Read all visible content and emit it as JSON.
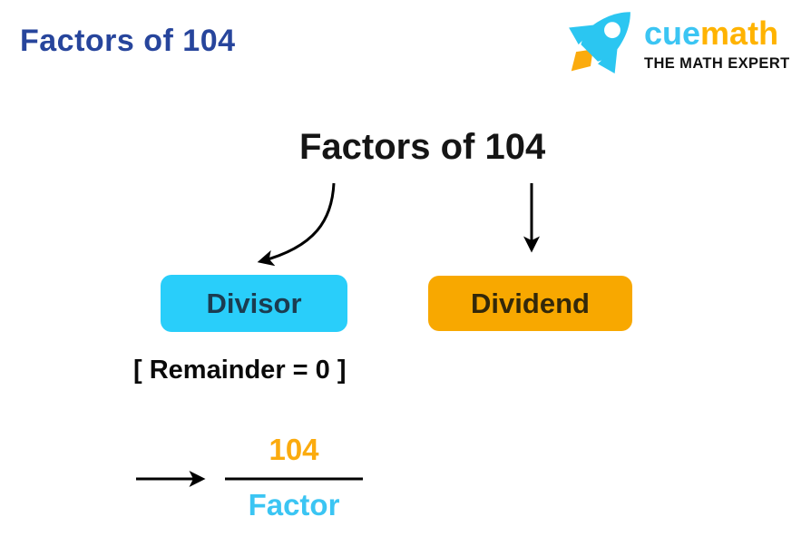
{
  "page": {
    "title": "Factors of 104"
  },
  "logo": {
    "brand_cue": "cue",
    "brand_math": "math",
    "tagline": "THE MATH EXPERT",
    "icon": "rocket-icon"
  },
  "diagram": {
    "heading": "Factors of 104",
    "divisor_label": "Divisor",
    "dividend_label": "Dividend",
    "remainder_note": "[ Remainder = 0 ]",
    "fraction": {
      "numerator": "104",
      "denominator": "Factor"
    }
  },
  "colors": {
    "title_navy": "#27459C",
    "brand_cyan": "#3BC5F3",
    "brand_orange": "#FFB300",
    "divisor_cyan": "#29CEFA",
    "dividend_orange": "#F8A800",
    "numerator_orange": "#FBAB0E",
    "denominator_cyan": "#3BC5F3",
    "arrow_black": "#000000"
  }
}
